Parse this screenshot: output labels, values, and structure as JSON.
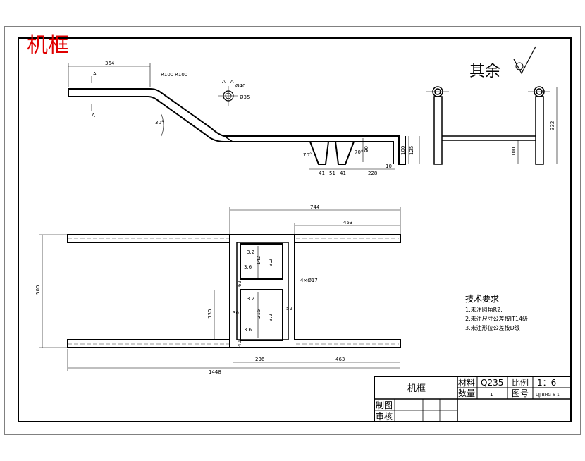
{
  "title": {
    "text": "机框",
    "color": "#e00000"
  },
  "roughness": "其余",
  "side_view": {
    "dims": [
      "364",
      "R100",
      "R100",
      "30°",
      "A",
      "A",
      "70°",
      "70°",
      "41",
      "51",
      "41",
      "228",
      "10",
      "100",
      "90",
      "125"
    ]
  },
  "section": {
    "label": "A—A",
    "d1": "Ø40",
    "d2": "Ø35"
  },
  "end_view": {
    "dims": [
      "332",
      "100"
    ]
  },
  "plan_view": {
    "dims": [
      "744",
      "453",
      "500",
      "1448",
      "236",
      "463",
      "130",
      "30",
      "52",
      "62",
      "142",
      "215",
      "40",
      "4×Ø17"
    ],
    "rough": [
      "3.2",
      "3.6",
      "3.2",
      "3.2",
      "3.6",
      "3.2"
    ]
  },
  "tech_req": {
    "heading": "技术要求",
    "items": [
      "1.未注圆角R2.",
      "2.未注尺寸公差按IT14级",
      "3.未注形位公差按D级"
    ]
  },
  "title_block": {
    "part_name": "机框",
    "material_label": "材料",
    "material_value": "Q235",
    "scale_label": "比例",
    "scale_value": "1：6",
    "qty_label": "数量",
    "qty_value": "1",
    "drawing_no_label": "图号",
    "drawing_no_value": "LJJ-BHG-6-1",
    "drawn_label": "制图",
    "checked_label": "审核"
  }
}
